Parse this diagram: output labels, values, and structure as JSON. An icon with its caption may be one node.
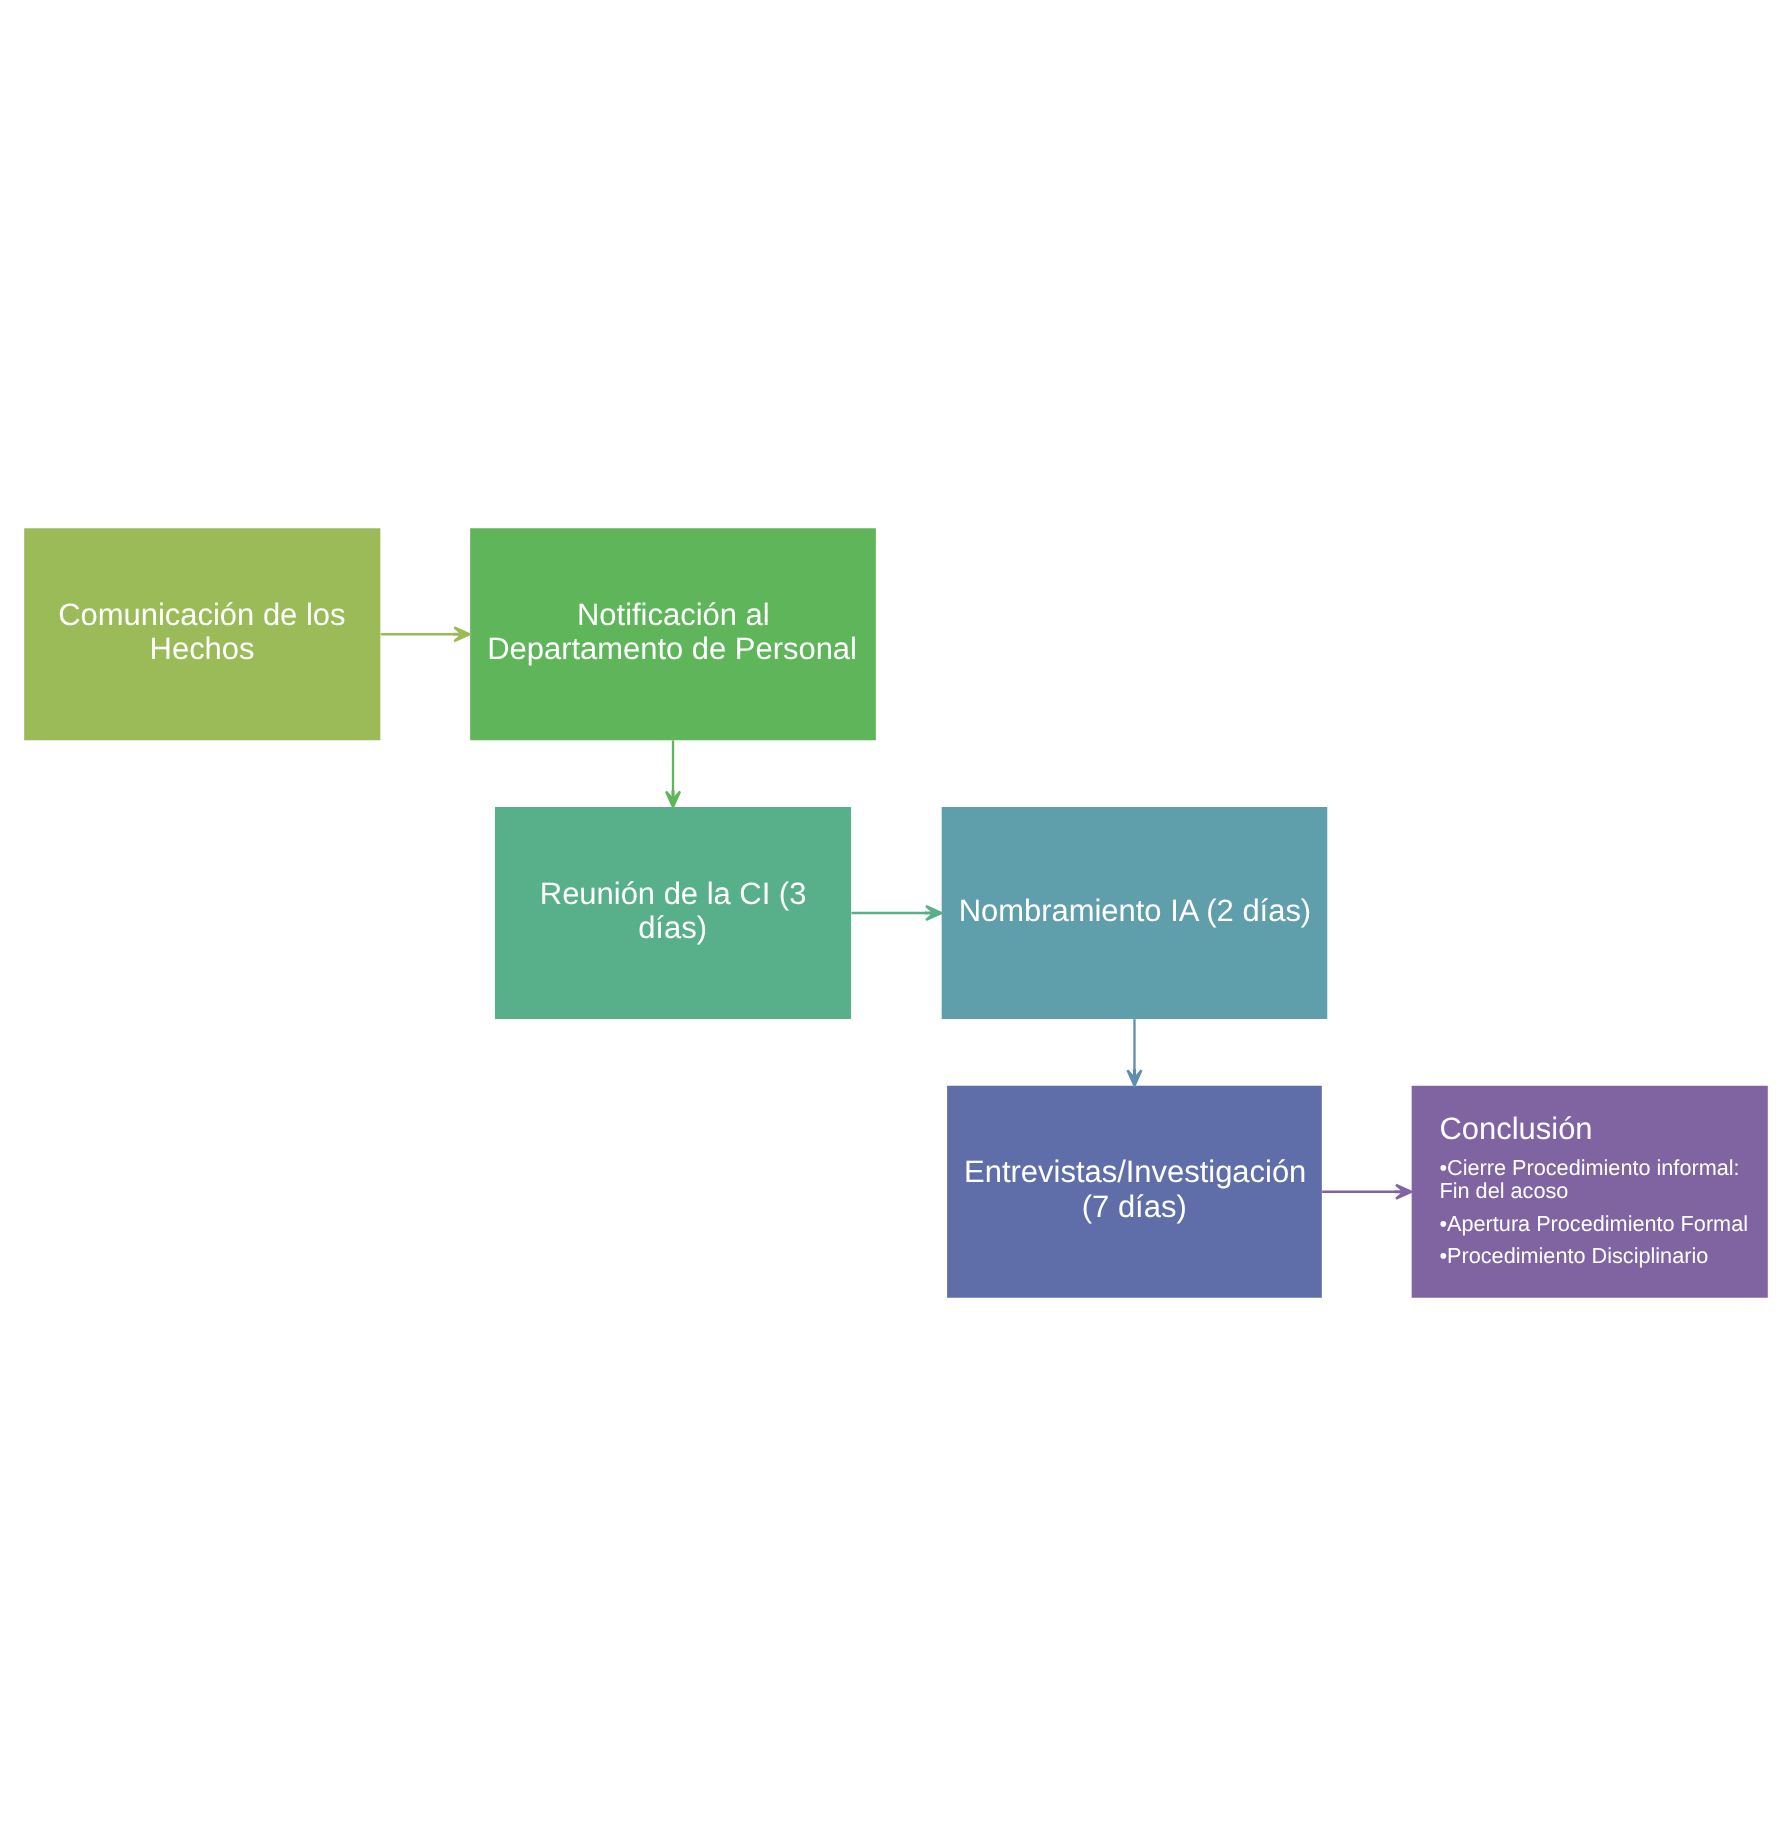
{
  "diagram": {
    "nodes": [
      {
        "text": [
          "Comunicación de los Hechos"
        ]
      },
      {
        "text": [
          "Notificación al Departamento de Personal"
        ]
      },
      {
        "text": [
          "Reunión de la CI (3 días)"
        ]
      },
      {
        "text": [
          "Nombramiento IA (2 días)"
        ]
      },
      {
        "text": [
          "Entrevistas/Investigación (7 días)"
        ]
      },
      {
        "text": [
          "Conclusión",
          "•Cierre Procedimiento informal: Fin del acoso",
          "•Apertura Procedimiento Formal",
          "•Procedimiento Disciplinario"
        ]
      }
    ],
    "edges": [
      {
        "from": 0,
        "to": 1,
        "arrow": "to",
        "color": "#9bbb59"
      },
      {
        "from": 1,
        "to": 2,
        "arrow": "to",
        "color": "#5fb55a"
      },
      {
        "from": 2,
        "to": 3,
        "arrow": "to",
        "color": "#57b08a"
      },
      {
        "from": 3,
        "to": 4,
        "arrow": "to",
        "color": "#5f8fb0"
      },
      {
        "from": 4,
        "to": 5,
        "arrow": "to",
        "color": "#8064a2"
      }
    ]
  }
}
